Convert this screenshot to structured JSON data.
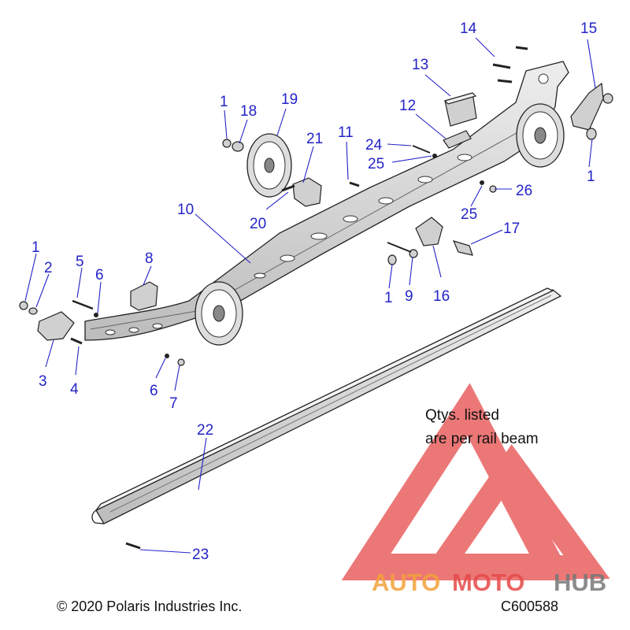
{
  "diagram": {
    "callouts": [
      {
        "id": "c14",
        "text": "14"
      },
      {
        "id": "c15",
        "text": "15"
      },
      {
        "id": "c13",
        "text": "13"
      },
      {
        "id": "c12",
        "text": "12"
      },
      {
        "id": "c11",
        "text": "11"
      },
      {
        "id": "c24",
        "text": "24"
      },
      {
        "id": "c25a",
        "text": "25"
      },
      {
        "id": "c26",
        "text": "26"
      },
      {
        "id": "c25b",
        "text": "25"
      },
      {
        "id": "c1a",
        "text": "1"
      },
      {
        "id": "c18",
        "text": "18"
      },
      {
        "id": "c19",
        "text": "19"
      },
      {
        "id": "c21",
        "text": "21"
      },
      {
        "id": "c20",
        "text": "20"
      },
      {
        "id": "c10",
        "text": "10"
      },
      {
        "id": "c1b",
        "text": "1"
      },
      {
        "id": "c17",
        "text": "17"
      },
      {
        "id": "c16",
        "text": "16"
      },
      {
        "id": "c9",
        "text": "9"
      },
      {
        "id": "c1c",
        "text": "1"
      },
      {
        "id": "c1d",
        "text": "1"
      },
      {
        "id": "c2",
        "text": "2"
      },
      {
        "id": "c5",
        "text": "5"
      },
      {
        "id": "c6a",
        "text": "6"
      },
      {
        "id": "c8",
        "text": "8"
      },
      {
        "id": "c3",
        "text": "3"
      },
      {
        "id": "c4",
        "text": "4"
      },
      {
        "id": "c6b",
        "text": "6"
      },
      {
        "id": "c7",
        "text": "7"
      },
      {
        "id": "c22",
        "text": "22"
      },
      {
        "id": "c23",
        "text": "23"
      }
    ],
    "note_line1": "Qtys. listed",
    "note_line2": "are per rail beam",
    "copyright": "© 2020 Polaris Industries Inc.",
    "diagram_code": "C600588"
  },
  "watermark": {
    "part1": "AUTO",
    "part2": "MOTO",
    "part3": "HUB",
    "colors": {
      "orange": "#f2a23a",
      "red": "#e64a4a",
      "gray": "#777777"
    }
  },
  "colors": {
    "callout": "#2323c8",
    "part_fill": "#d8d8d8",
    "outline": "#222222"
  }
}
